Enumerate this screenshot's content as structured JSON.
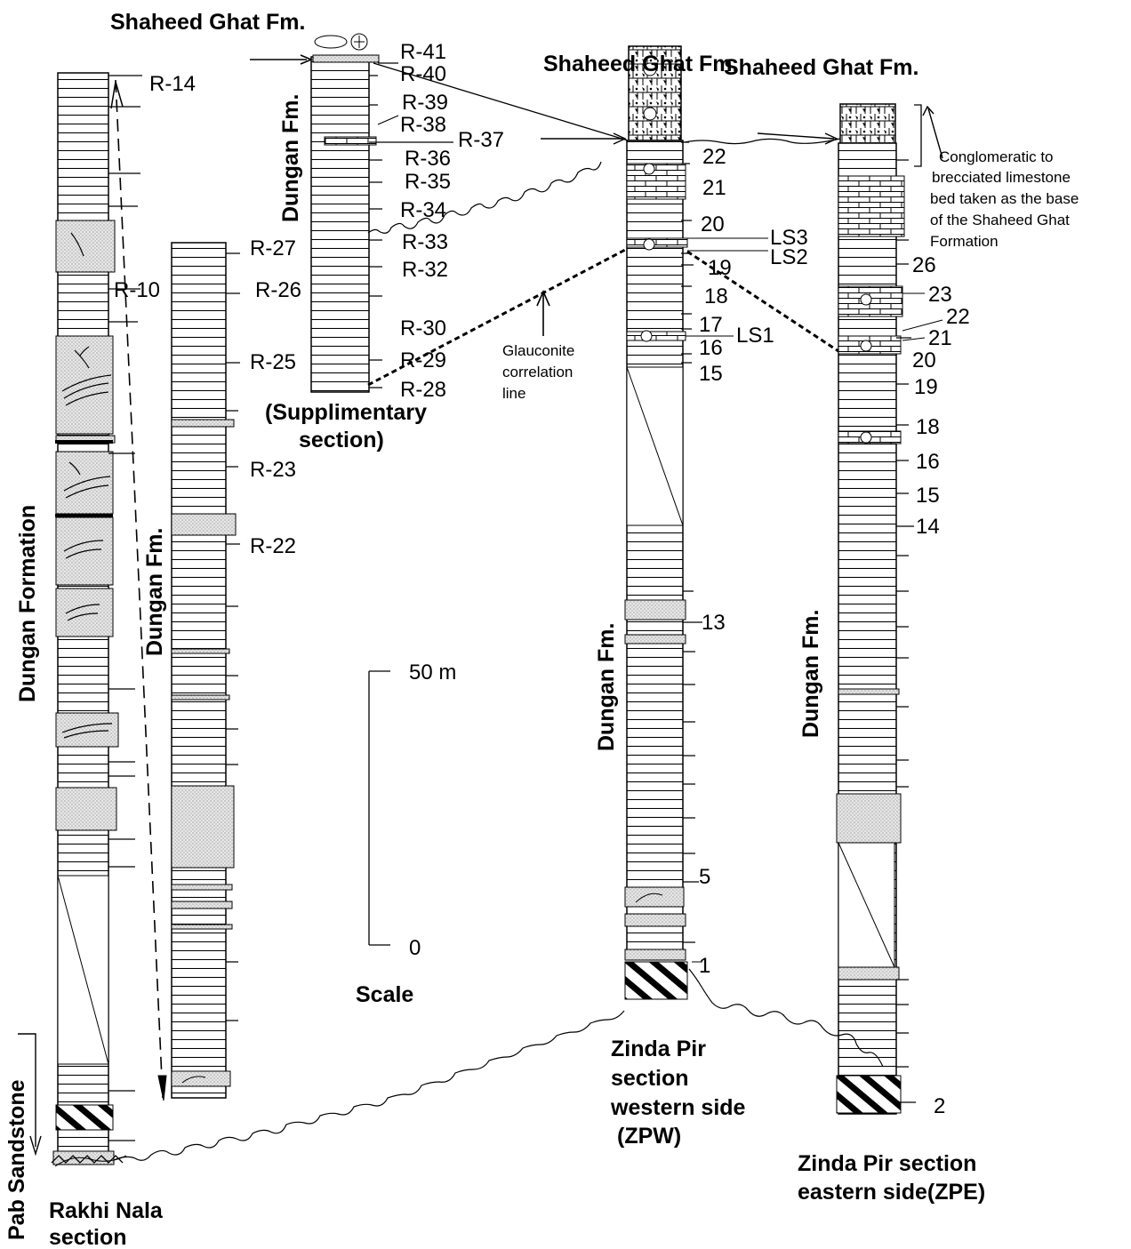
{
  "formations": {
    "shaheed_ghat": "Shaheed Ghat Fm.",
    "dungan_fm": "Dungan Fm.",
    "dungan_formation": "Dungan Formation",
    "pab_sandstone": "Pab Sandstone"
  },
  "sections": {
    "rakhi_nala": {
      "line1": "Rakhi Nala",
      "line2": "section"
    },
    "supplementary": {
      "line1": "(Supplimentary",
      "line2": "section)"
    },
    "zpw": {
      "line1": "Zinda Pir",
      "line2": "section",
      "line3": "western side",
      "line4": "(ZPW)"
    },
    "zpe": {
      "line1": "Zinda Pir section",
      "line2": "eastern side(ZPE)"
    }
  },
  "scale": {
    "top": "50 m",
    "bottom": "0",
    "label": "Scale"
  },
  "annotations": {
    "glauconite": [
      "Glauconite",
      "correlation",
      "line"
    ],
    "conglomeratic": [
      "Conglomeratic to",
      "brecciated limestone",
      "bed taken as the base",
      "of the Shaheed Ghat",
      "Formation"
    ]
  },
  "rakhi_labels": [
    "R-14",
    "R-10"
  ],
  "col2_labels": [
    "R-27",
    "R-26",
    "R-25",
    "R-23",
    "R-22"
  ],
  "supp_labels": [
    "R-41",
    "R-40",
    "R-39",
    "R-38",
    "R-37",
    "R-36",
    "R-35",
    "R-34",
    "R-33",
    "R-32",
    "R-30",
    "R-29",
    "R-28"
  ],
  "zpw_labels": [
    "22",
    "21",
    "20",
    "LS3",
    "LS2",
    "19",
    "18",
    "17",
    "LS1",
    "16",
    "15",
    "13",
    "5",
    "1"
  ],
  "zpe_labels": [
    "26",
    "23",
    "22",
    "21",
    "20",
    "19",
    "18",
    "16",
    "15",
    "14",
    "2"
  ]
}
